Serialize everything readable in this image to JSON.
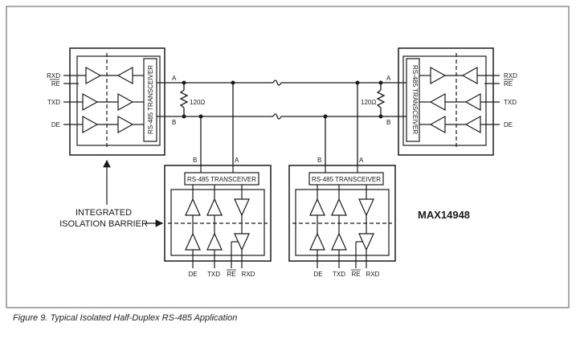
{
  "caption": "Figure 9. Typical Isolated Half-Duplex RS-485 Application",
  "part_number": "MAX14948",
  "barrier_label": [
    "INTEGRATED",
    "ISOLATION BARRIER"
  ],
  "transceiver_label": "RS-485 TRANSCEIVER",
  "termination": "120Ω",
  "bus": {
    "a": "A",
    "b": "B"
  },
  "pins": {
    "rxd": "RXD",
    "re": "RE",
    "txd": "TXD",
    "de": "DE"
  },
  "colors": {
    "line": "#1a1a1a",
    "frame": "#555555"
  }
}
